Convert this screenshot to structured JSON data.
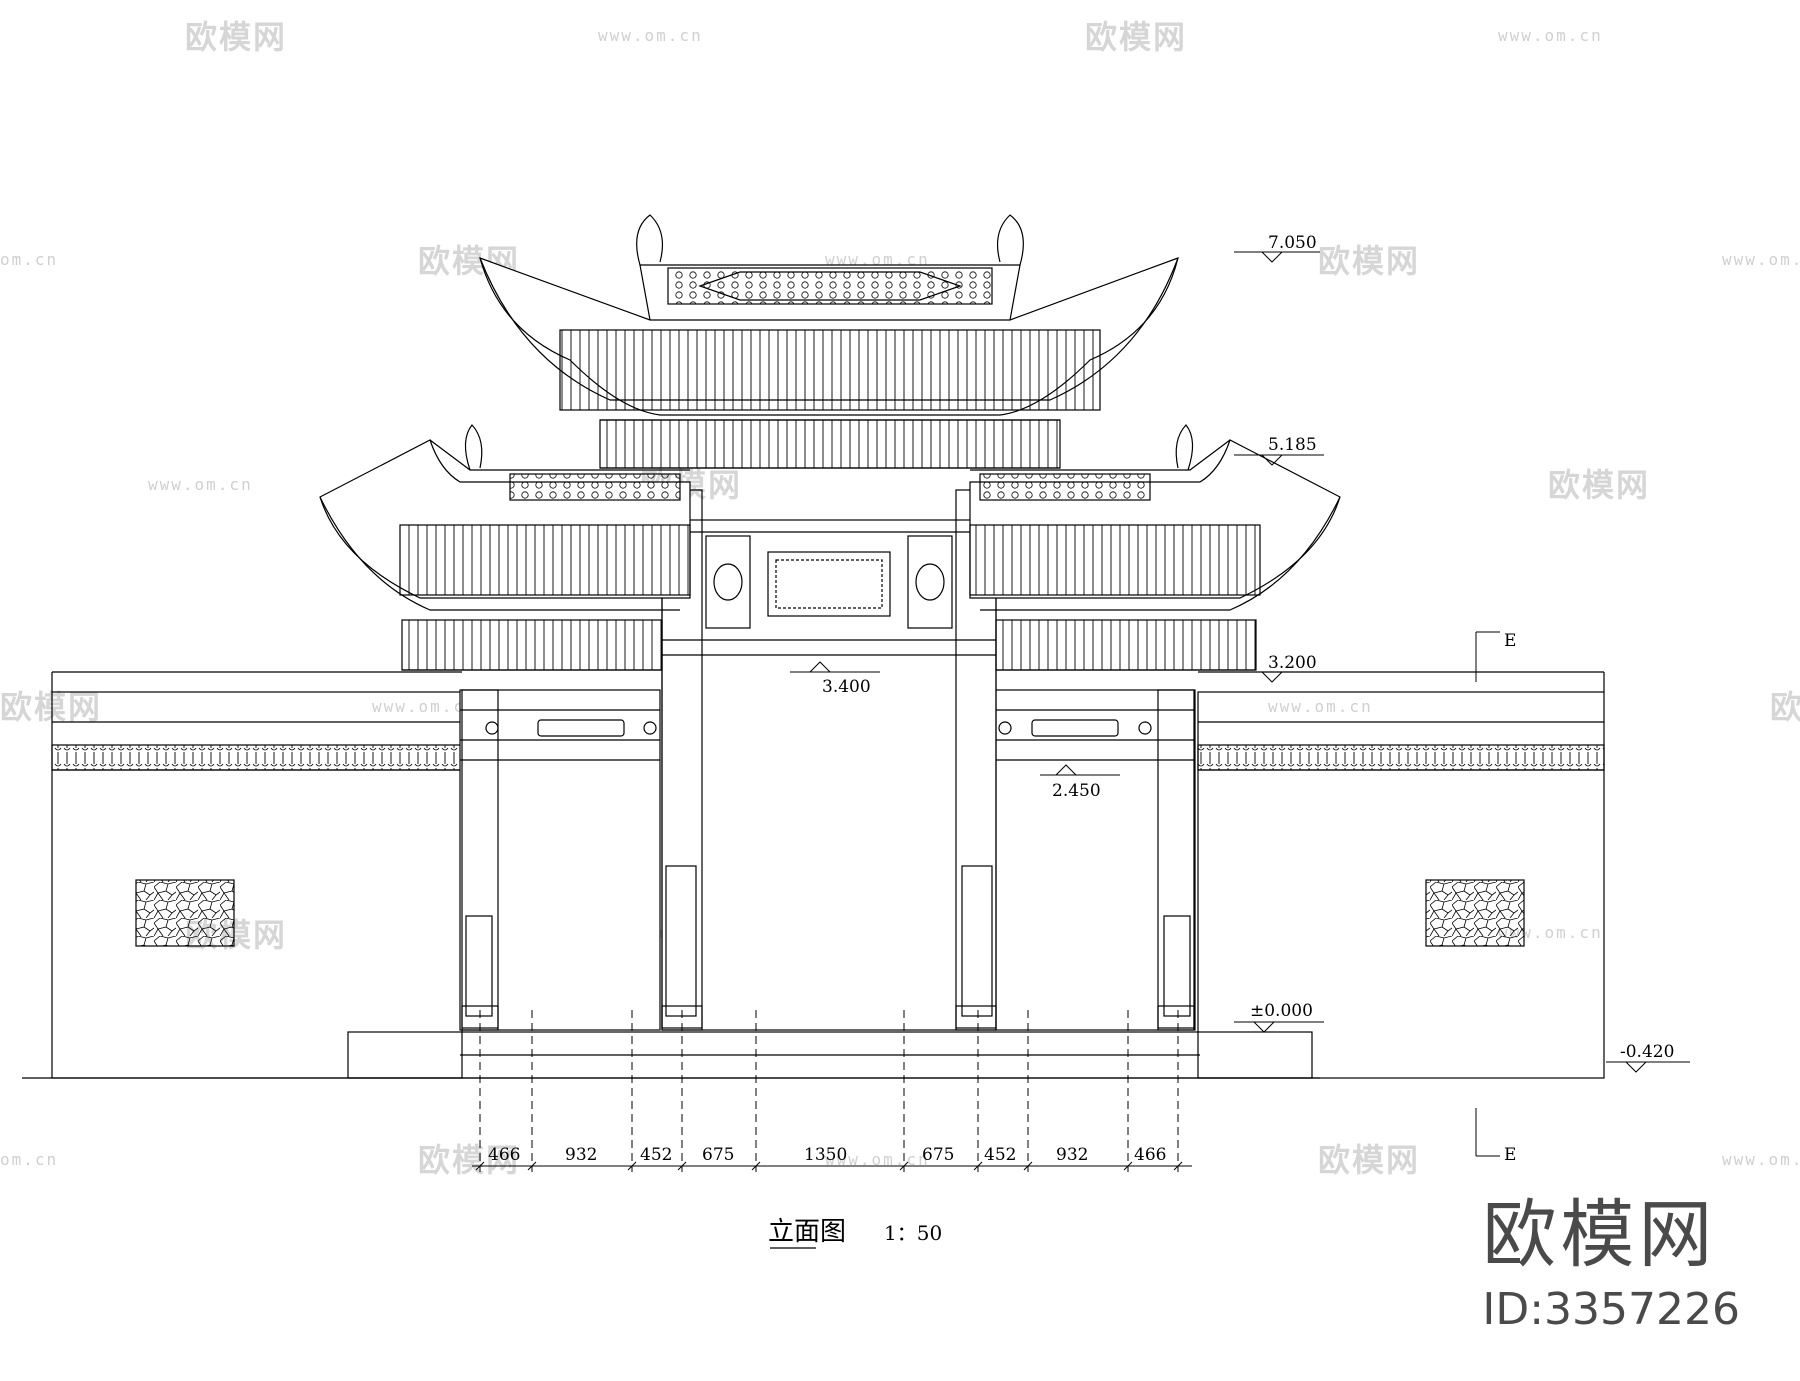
{
  "watermark": {
    "logo_text": "欧模网",
    "url_text": "www.om.cn",
    "url_fragment": "om.cn"
  },
  "brand": {
    "name": "欧模网",
    "id_label": "ID:3357226"
  },
  "drawing": {
    "title": "立面图",
    "scale": "1：50",
    "levels": {
      "top": "7.050",
      "mid_roof": "5.185",
      "side_roof": "3.200",
      "center_lintel": "3.400",
      "side_lintel": "2.450",
      "ground": "±0.000",
      "street": "-0.420"
    },
    "dimensions": [
      "466",
      "932",
      "452",
      "675",
      "1350",
      "675",
      "452",
      "932",
      "466"
    ],
    "section_marks": [
      "E",
      "E"
    ]
  },
  "colors": {
    "line": "#000000",
    "watermark": "#d6d6d6",
    "brand": "#4a4a4a"
  }
}
